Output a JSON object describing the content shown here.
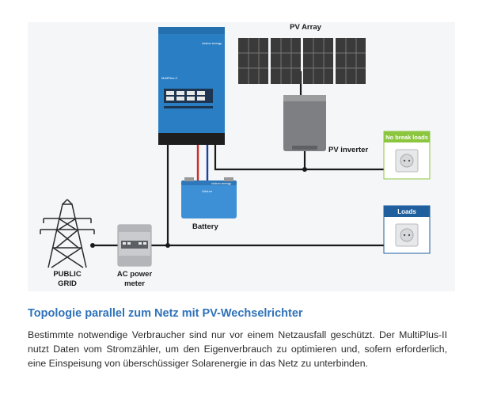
{
  "diagram": {
    "labels": {
      "pv_array": "PV Array",
      "pv_inverter": "PV inverter",
      "battery": "Battery",
      "public_grid_line1": "PUBLIC",
      "public_grid_line2": "GRID",
      "ac_meter_line1": "AC power",
      "ac_meter_line2": "meter",
      "no_break_loads": "No break loads",
      "loads": "Loads"
    },
    "device_text": {
      "inverter_brand": "victron energy",
      "inverter_model": "MultiPlus-II",
      "battery_brand": "victron energy",
      "battery_model": "Lithium"
    },
    "colors": {
      "inverter_blue": "#2a7fc4",
      "battery_blue": "#3d8fd6",
      "no_break_header": "#8cc63f",
      "loads_header": "#1f5f9e",
      "wire": "#1a1a1a",
      "dc_positive": "#d12a2a",
      "dc_negative": "#1e3fa8"
    }
  },
  "text": {
    "heading": "Topologie parallel zum Netz mit PV-Wechselrichter",
    "description": "Bestimmte notwendige Verbraucher sind nur vor einem Netzausfall geschützt. Der MultiPlus-II nutzt Daten vom Stromzähler, um den Eigenverbrauch zu optimieren und, sofern erforderlich, eine Einspeisung von überschüssiger Solarenergie in das Netz zu unterbinden."
  }
}
